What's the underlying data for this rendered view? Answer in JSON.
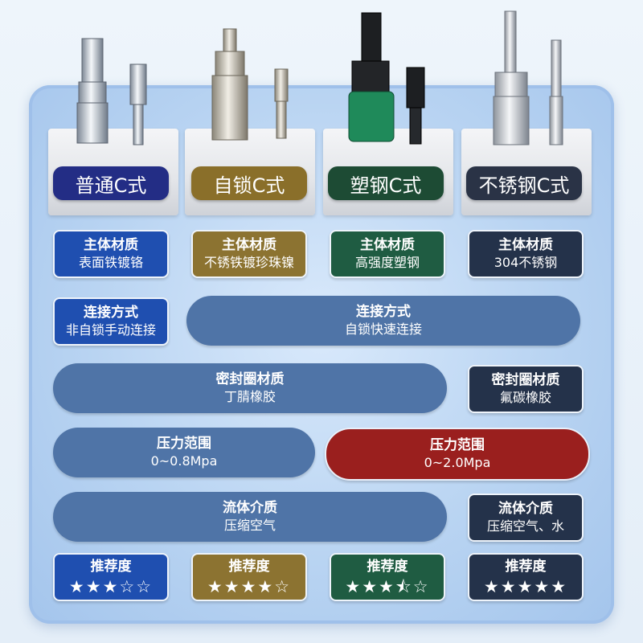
{
  "colors": {
    "blue": "#1f4fb0",
    "gold": "#8c7331",
    "green": "#1f5c42",
    "navy": "#24324a",
    "steel": "#4f74a7",
    "red": "#9a1f1e",
    "panel": "#b9d4f2"
  },
  "products": [
    {
      "name": "普通C式",
      "color": "#232d85",
      "icon": "chrome-coupler-icon"
    },
    {
      "name": "自锁C式",
      "color": "#8a6f2a",
      "icon": "brass-nickel-coupler-icon"
    },
    {
      "name": "塑钢C式",
      "color": "#1d4b34",
      "icon": "plastic-steel-coupler-icon"
    },
    {
      "name": "不锈钢C式",
      "color": "#2a3346",
      "icon": "stainless-coupler-icon"
    }
  ],
  "material": {
    "heading": "主体材质",
    "values": [
      "表面铁镀铬",
      "不锈铁镀珍珠镍",
      "高强度塑钢",
      "304不锈钢"
    ]
  },
  "connection": {
    "heading": "连接方式",
    "manual": "非自锁手动连接",
    "auto": "自锁快速连接"
  },
  "seal": {
    "heading": "密封圈材质",
    "nbr": "丁腈橡胶",
    "fkm": "氟碳橡胶"
  },
  "pressure": {
    "heading": "压力范围",
    "low": "0~0.8Mpa",
    "high": "0~2.0Mpa"
  },
  "medium": {
    "heading": "流体介质",
    "air": "压缩空气",
    "air_water": "压缩空气、水"
  },
  "rating": {
    "heading": "推荐度",
    "stars": [
      "★★★☆☆",
      "★★★★☆",
      "★★★⯪☆",
      "★★★★★"
    ],
    "values": [
      3,
      4,
      3.5,
      5
    ],
    "max": 5
  }
}
